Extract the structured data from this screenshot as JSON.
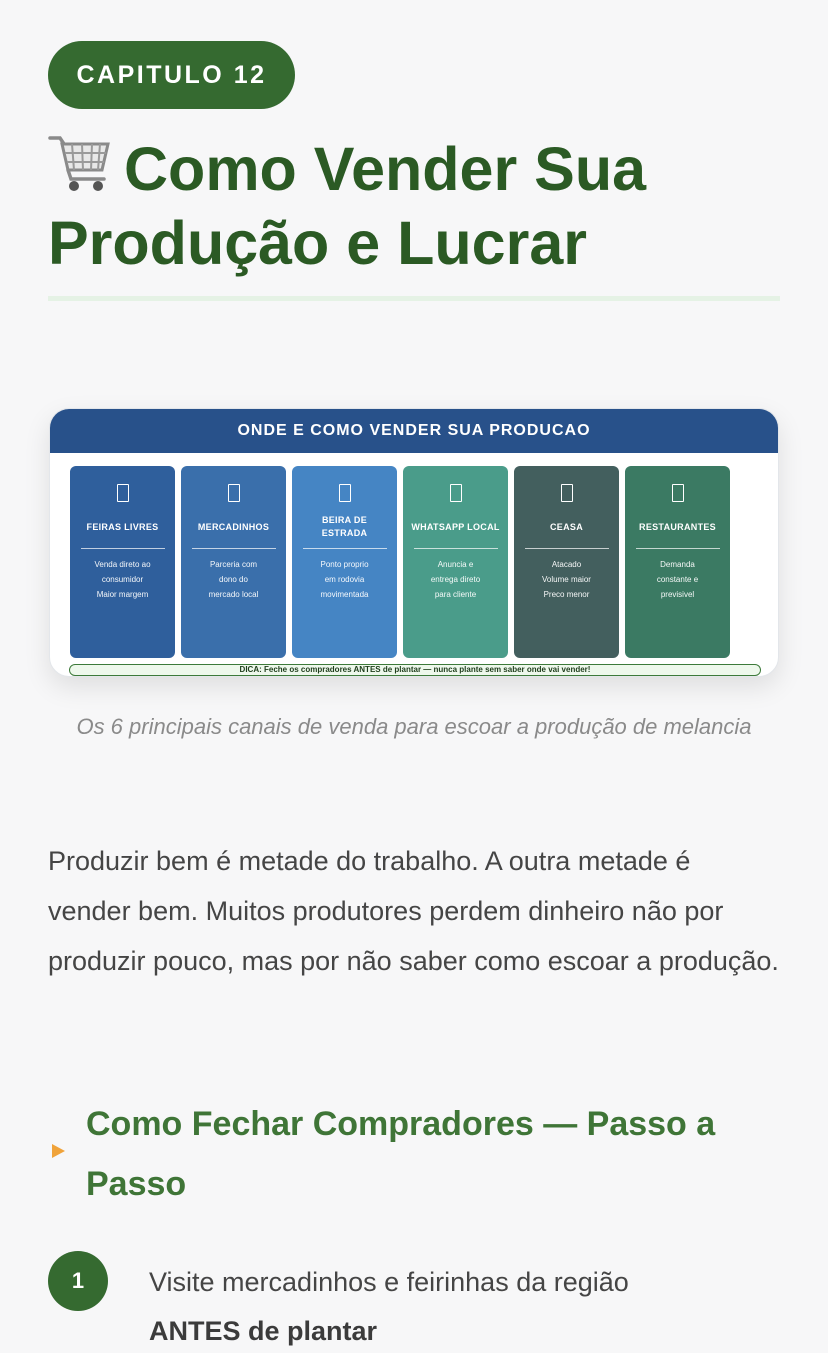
{
  "chapter": {
    "label": "CAPITULO 12"
  },
  "title": {
    "icon": "shopping-cart-icon",
    "text": "Como Vender Sua Produção e Lucrar"
  },
  "infographic": {
    "header": "ONDE E COMO VENDER SUA PRODUCAO",
    "cards": [
      {
        "title": "FEIRAS LIVRES",
        "desc": "Venda direto ao\nconsumidor\nMaior margem",
        "color": "#2f5f9c"
      },
      {
        "title": "MERCADINHOS",
        "desc": "Parceria com\ndono do\nmercado local",
        "color": "#3a6fab"
      },
      {
        "title": "BEIRA DE ESTRADA",
        "desc": "Ponto proprio\nem rodovia\nmovimentada",
        "color": "#4585c4"
      },
      {
        "title": "WHATSAPP LOCAL",
        "desc": "Anuncia e\nentrega direto\npara cliente",
        "color": "#4a9c8a"
      },
      {
        "title": "CEASA",
        "desc": "Atacado\nVolume maior\nPreco menor",
        "color": "#435f5e"
      },
      {
        "title": "RESTAURANTES",
        "desc": "Demanda\nconstante e\nprevisivel",
        "color": "#3b7a63"
      }
    ],
    "tip": "DICA: Feche os compradores ANTES de plantar — nunca plante sem saber onde vai vender!"
  },
  "caption": "Os 6 principais canais de venda para escoar a produção de melancia",
  "intro": "Produzir bem é metade do trabalho. A outra metade é vender bem. Muitos produtores perdem dinheiro não por produzir pouco, mas por não saber como escoar a produção.",
  "section": {
    "heading": "Como Fechar Compradores — Passo a Passo"
  },
  "steps": [
    {
      "number": "1",
      "text": "Visite mercadinhos e feirinhas da região",
      "strong": "ANTES de plantar"
    }
  ],
  "colors": {
    "primary_green": "#356a30",
    "title_green": "#2b5a24",
    "accent_orange": "#f0a33a",
    "header_blue": "#28518a"
  }
}
